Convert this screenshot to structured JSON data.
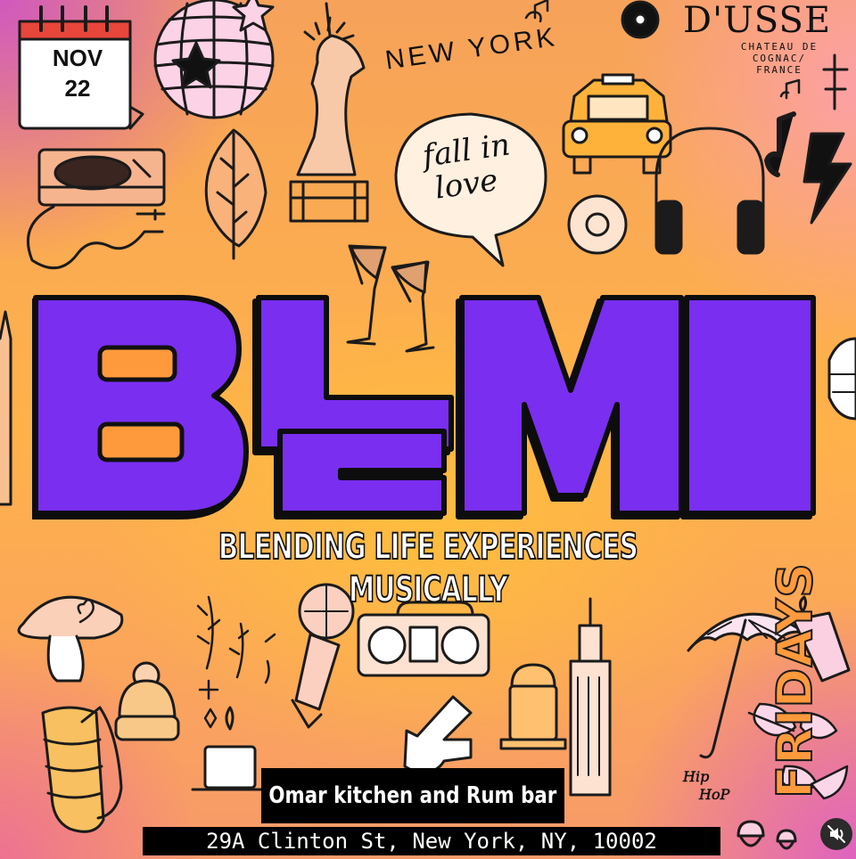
{
  "calendar": {
    "month": "NOV",
    "day": "22"
  },
  "doodle_text": {
    "city": "NEW YORK",
    "bubble_line1": "fall in",
    "bubble_line2": "love",
    "hip": "Hip",
    "hop": "HoP"
  },
  "brand": {
    "name": "D'USSE",
    "tag_line1": "CHATEAU DE",
    "tag_line2": "COGNAC/",
    "tag_line3": "FRANCE"
  },
  "logo": {
    "sub": "FRIDAYS",
    "accent_color": "#7a2ff0"
  },
  "tagline": "BLENDING LIFE EXPERIENCES MUSICALLY",
  "venue": {
    "name": "Omar kitchen and Rum bar",
    "address": "29A Clinton St, New York, NY, 10002"
  },
  "controls": {
    "mute_icon": "speaker-muted-icon"
  }
}
